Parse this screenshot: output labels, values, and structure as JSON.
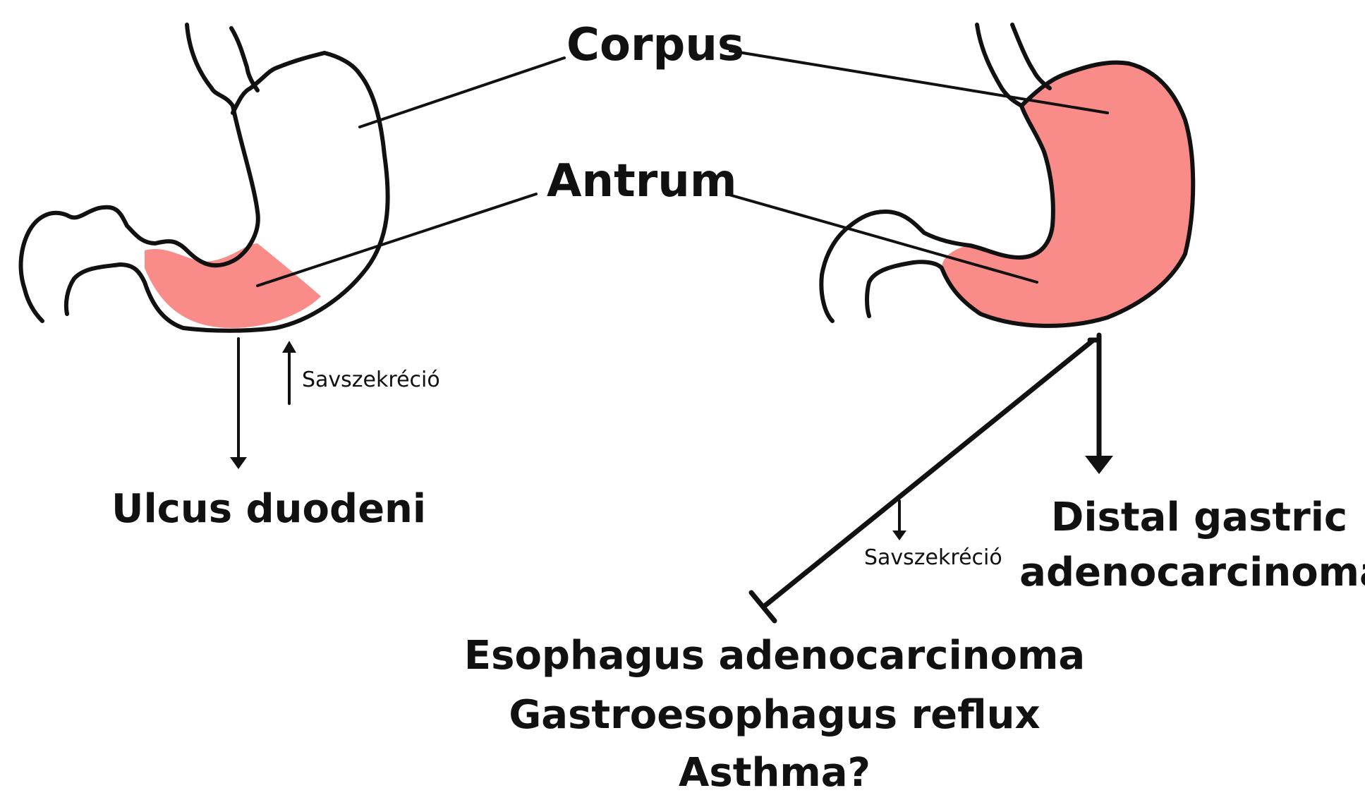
{
  "labels": {
    "corpus": "Corpus",
    "antrum": "Antrum",
    "acid_left": "Savszekréció",
    "acid_right": "Savszekréció",
    "ulcus": "Ulcus duodeni",
    "distal_line1": "Distal gastric",
    "distal_line2": "adenocarcinoma",
    "outcome_line1": "Esophagus adenocarcinoma",
    "outcome_line2": "Gastroesophagus reflux",
    "outcome_line3": "Asthma?"
  },
  "colors": {
    "infection": "#f98b88",
    "outline": "#111111"
  }
}
